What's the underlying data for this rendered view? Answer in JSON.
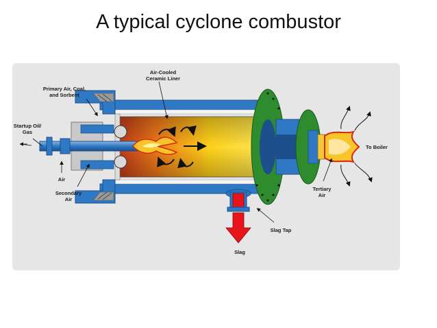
{
  "title": "A typical cyclone combustor",
  "labels": {
    "ceramic_liner_1": "Air-Cooled",
    "ceramic_liner_2": "Ceramic Liner",
    "primary_air_1": "Primary Air, Coal,",
    "primary_air_2": "and Sorbent",
    "startup_1": "Startup Oil/",
    "startup_2": "Gas",
    "air": "Air",
    "secondary_1": "Secondary",
    "secondary_2": "Air",
    "to_boiler": "To Boiler",
    "tertiary_1": "Tertiary",
    "tertiary_2": "Air",
    "slag_tap": "Slag Tap",
    "slag": "Slag"
  },
  "colors": {
    "panel": "#e6e6e6",
    "shell": "#2f78c4",
    "shell_dark": "#1c4f8c",
    "flange": "#2e8b2e",
    "slag_arrow": "#e8141c"
  }
}
